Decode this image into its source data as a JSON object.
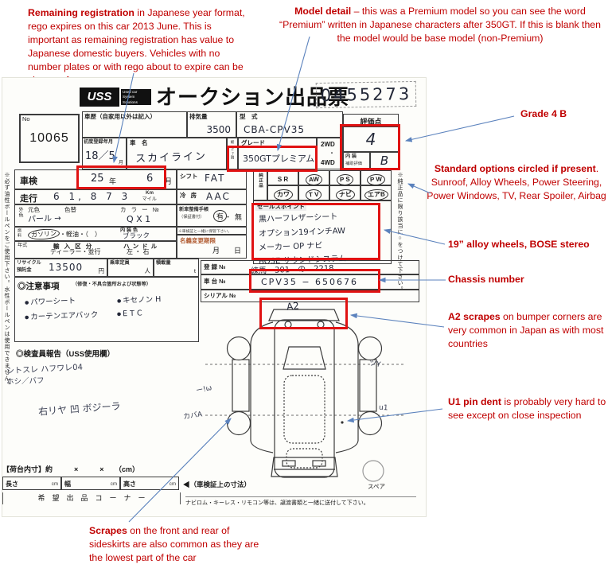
{
  "annotations": {
    "remaining": {
      "lead": "Remaining registration",
      "rest": " in Japanese year format, rego expires on this car 2013 June. This is important as remaining registration has value to Japanese domestic buyers. Vehicles with no number plates or with rego about to expire can be cheaper for us"
    },
    "model": {
      "lead": "Model detail",
      "rest": " – this was a Premium model so you can see the word “Premium” written in Japanese characters after 350GT. If this is blank then the model would be base model (non-Premium)"
    },
    "grade": "Grade 4 B",
    "options": {
      "lead": "Standard options circled if present",
      "rest": ". Sunroof, Alloy Wheels, Power Steering, Power Windows, TV, Rear Spoiler, Airbag"
    },
    "alloy": "19” alloy wheels, BOSE stereo",
    "chassis": "Chassis number",
    "a2": {
      "lead": "A2 scrapes",
      "rest": " on bumper corners are very common in Japan as with most countries"
    },
    "u1": {
      "lead": "U1 pin dent",
      "rest": " is probably very hard to see except on close inspection"
    },
    "scrapes": {
      "lead": "Scrapes",
      "rest": " on the front and rear of sideskirts are also common as they are the lowest part of the car"
    }
  },
  "sheet": {
    "logo": "USS",
    "logo_sub": "Used car System Solutions",
    "title": "オークション出品票",
    "auction_no": "0455273",
    "lot_label": "No",
    "lot_no": "10065",
    "history_label": "車歴（自家用以外は記入）",
    "disp_label": "排気量",
    "disp": "3500",
    "model_code_label": "型　式",
    "model_code": "CBA-CPV35",
    "grade_box": {
      "label": "評価点",
      "score": "4",
      "interior_label": "内 装",
      "interior_label2": "補助評価",
      "interior": "B"
    },
    "first_reg_label": "初度登録年月",
    "first_reg": "18／5",
    "first_reg_suffix": "月",
    "name_label": "車　名",
    "name": "スカイライン",
    "f7_label": "総·F7割",
    "grade_label": "グレード",
    "grade": "350GTプレミアム",
    "drive1": "2WD",
    "drive2": "4WD",
    "shaken_label": "車検",
    "shaken_year": "25",
    "year_suffix": "年",
    "shaken_month": "6",
    "month_suffix": "月",
    "mileage_label": "走行",
    "mileage": "6 1, 8 7 3",
    "mile_unit1": "Km",
    "mile_unit2": "マイル",
    "color_label": "外色",
    "base_color_label": "元色",
    "color_change_label": "色替",
    "color_value": "パール →",
    "color_no_label": "カ ラ ー №",
    "color_no": "Q X 1",
    "fuel_label": "燃料",
    "fuel_gas": "ガソリン",
    "fuel_rest": "・軽油・（　）",
    "int_color_label": "内 装 色",
    "int_color": "ブラック",
    "year_type_label": "年式",
    "import_label": "輸 入 区 分",
    "import_value": "ディーラー・並行",
    "handle_label": "ハ ン ド ル",
    "handle_value": "左 ・ 右",
    "recycle_label1": "リサイクル",
    "recycle_label2": "預託金",
    "recycle_value": "13500",
    "yen": "円",
    "capacity_label": "乗車定員",
    "capacity_unit": "人",
    "load_label": "積載量",
    "load_unit": "t",
    "notes_title": "◎注意事項",
    "notes_title2": "（修復・不具合箇所および状態等）",
    "notes_items": [
      "パワーシート",
      "キセノン H",
      "カーテンエアバック",
      "E T C"
    ],
    "inspector_title": "◎検査員報告（USS使用欄）",
    "inspector_lines": [
      "シトスレ ハフワレ04",
      "ホシ／バフ",
      "右リヤ 凹 ボジーラ"
    ],
    "shift_label": "シフト",
    "shift": "FAT",
    "ac_label": "冷 房",
    "ac": "AAC",
    "book_label1": "新車整備手帳",
    "book_label2": "（保証書付）",
    "book_yes": "有",
    "book_sep": "・",
    "book_no": "無",
    "book_note": "※車検証と一緒に保管下さい。",
    "transfer_label": "名義変更期限",
    "transfer_value": "月　　日",
    "reg_label": "登 録 №",
    "reg_value": "練馬　301　の　2218",
    "chassis_label": "車 台 №",
    "chassis_value": "CPV35 − 650676",
    "serial_label": "シリアル №",
    "oem_label": "純正品",
    "oem_cells": [
      {
        "t": "S R",
        "c": "opt"
      },
      {
        "t": "AW",
        "c": "oc"
      },
      {
        "t": "P S",
        "c": "oc"
      },
      {
        "t": "P W",
        "c": "oc"
      },
      {
        "t": "カワ",
        "c": "oc"
      },
      {
        "t": "T V",
        "c": "oc"
      },
      {
        "t": "ナビ",
        "c": "oc"
      },
      {
        "t": "エアB",
        "c": "oc"
      }
    ],
    "sales_label": "セールスポイント",
    "sales_lines": [
      "黒ハーフレザーシート",
      "オプション19インチAW",
      "メーカー OP ナビ",
      "BOSE サウンドシステム"
    ],
    "left_note": "※必ず油性ボールペンをご使用下さい。水性ボールペンは使用できません。",
    "right_note": "※純正品に限り該当に○をつけて下さい。",
    "bed_label": "【荷台内寸】約　　　×　　　×　　（cm）",
    "dim_len": "長さ",
    "dim_wid": "幅",
    "dim_hei": "高さ",
    "dim_unit": "cm",
    "dims_note": "◀（車検証上の寸法）",
    "spare": "スペア",
    "corner_row": "希　望　出　品　コ　ー　ナ　ー",
    "navi_note": "ナビロム・キーレス・リモコン等は、譲渡書類と一緒に送付して下さい。",
    "marks": {
      "bumper": "A2",
      "left_top": "ー!ω",
      "left_bottom": "カバA",
      "right_top": "ツY",
      "right_mid": "u1"
    }
  },
  "colors": {
    "annotation_red": "#c00000",
    "box_red": "#e01212",
    "arrow_blue": "#5b82bd"
  }
}
